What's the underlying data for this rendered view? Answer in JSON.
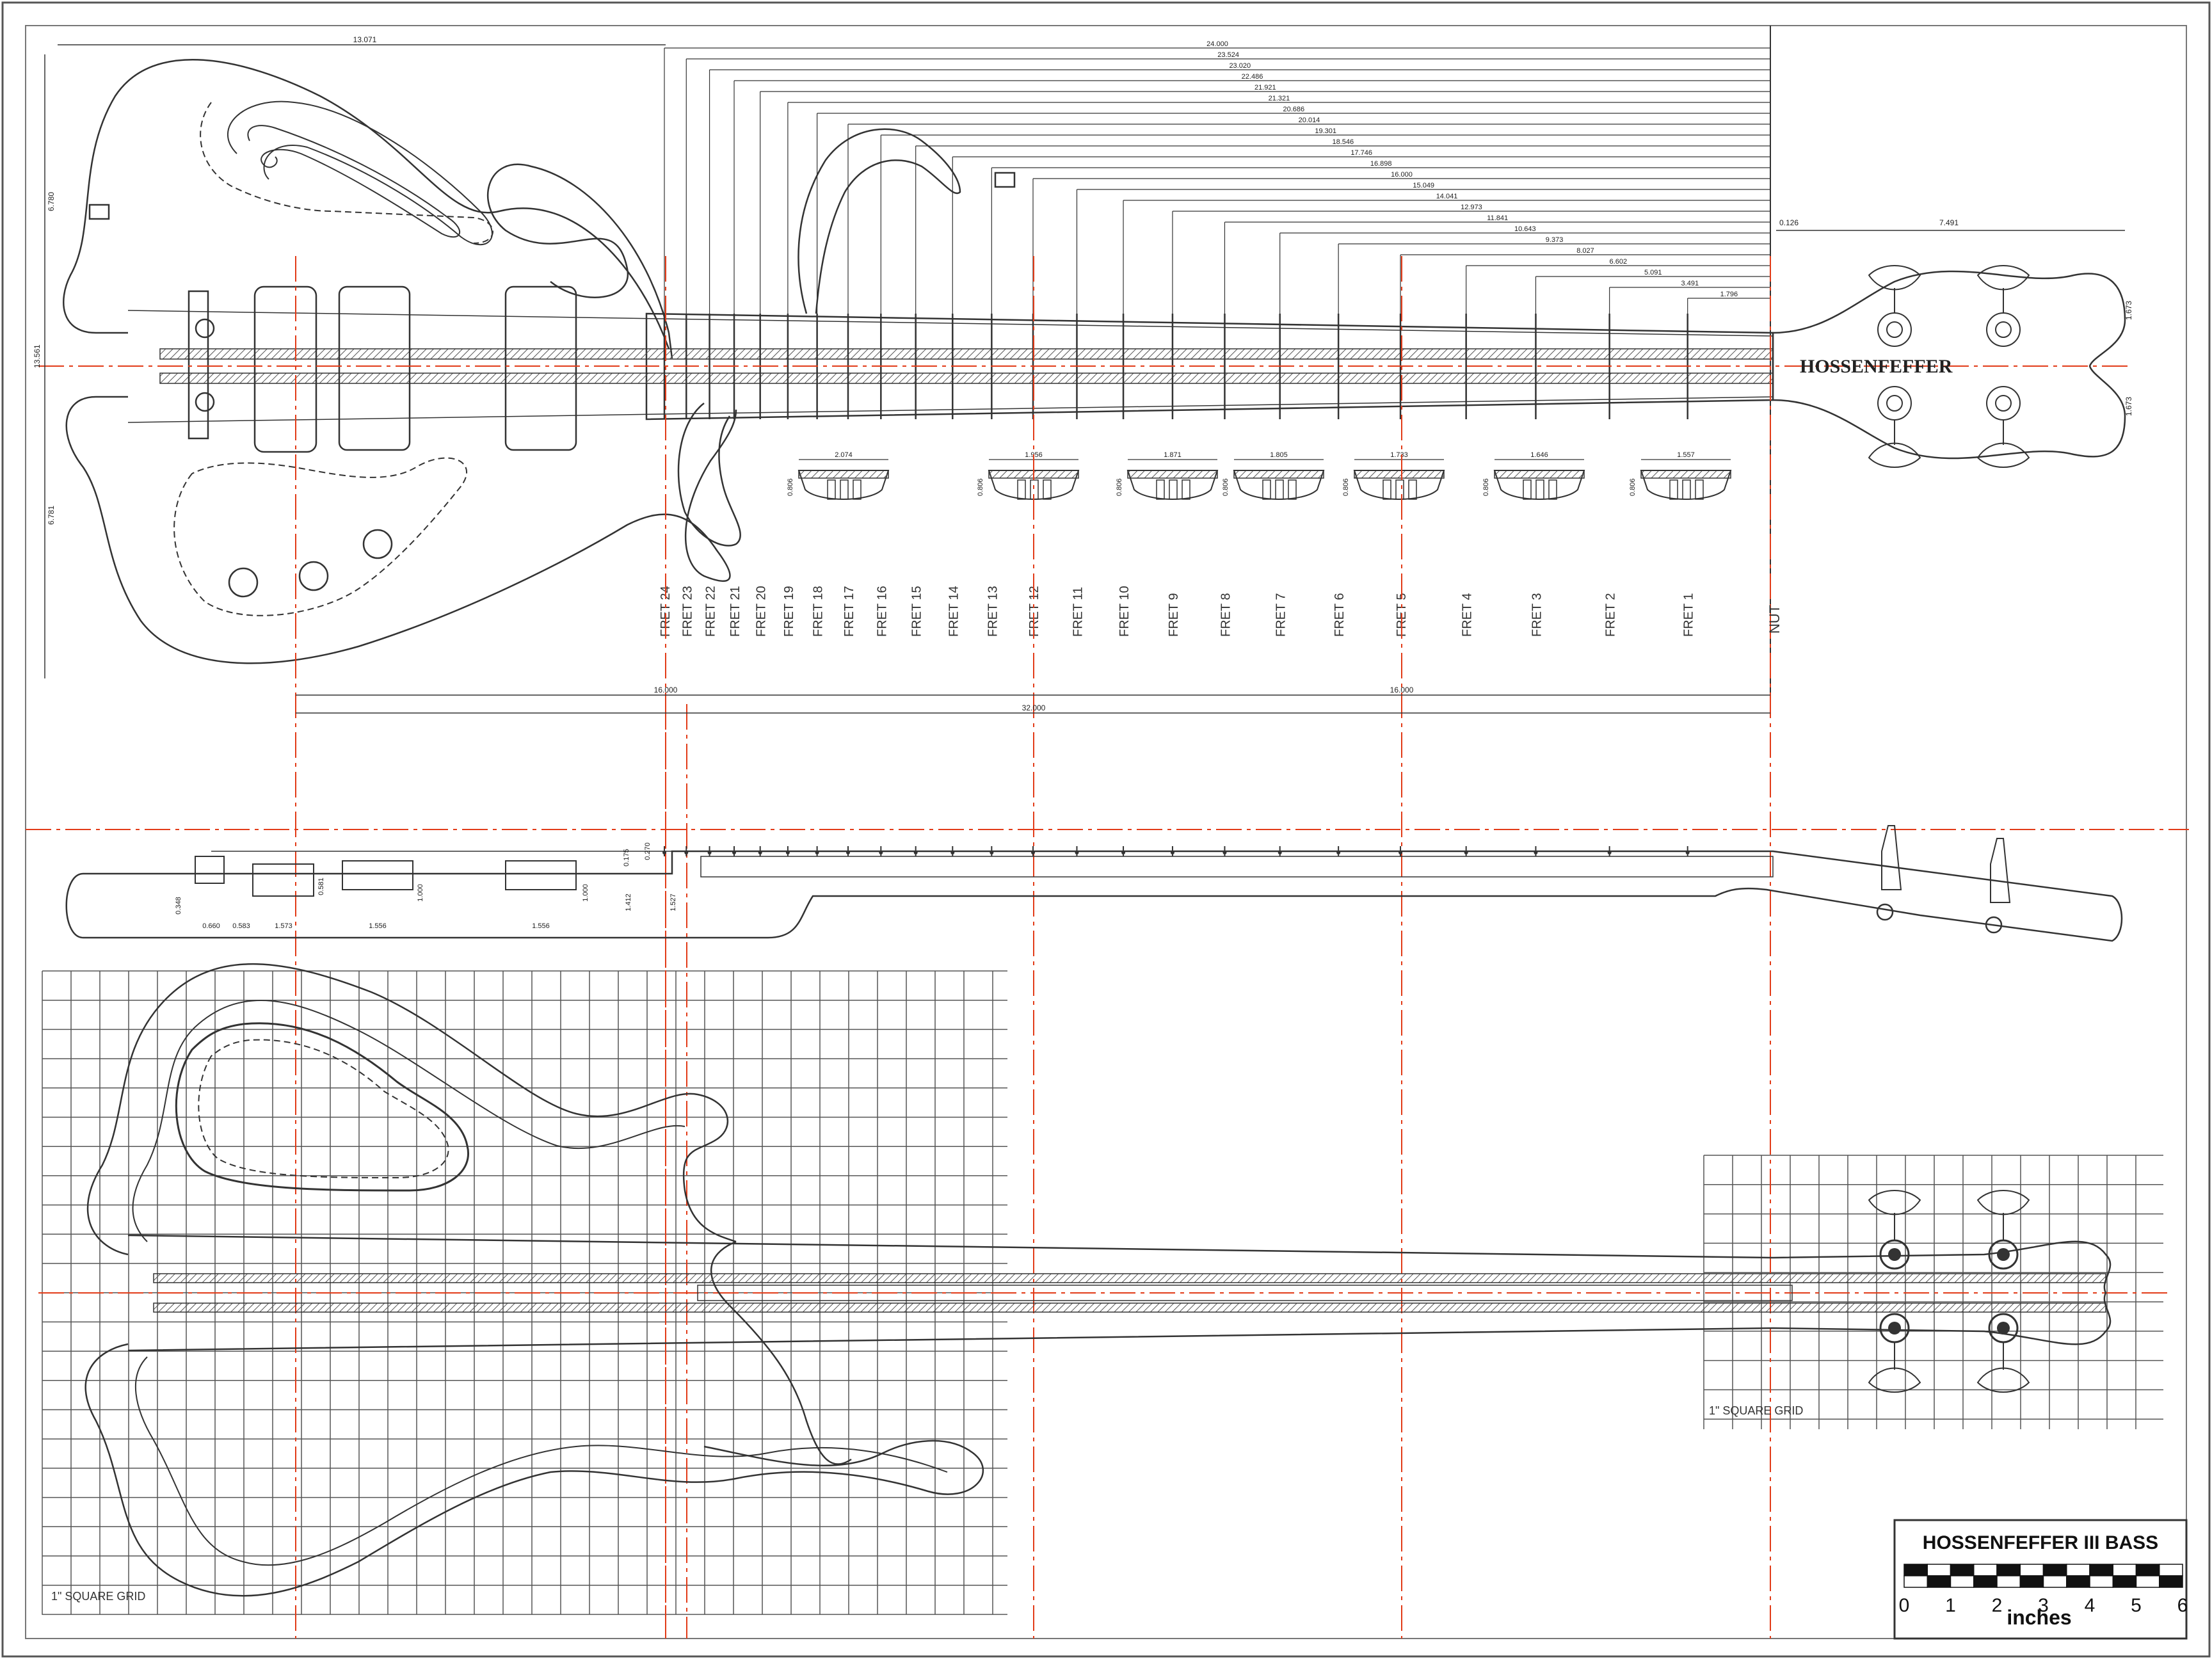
{
  "title_block": {
    "title": "HOSSENFEFFER III BASS",
    "scale_labels": [
      "0",
      "1",
      "2",
      "3",
      "4",
      "5",
      "6"
    ],
    "scale_unit": "inches"
  },
  "headstock_logo": "HOSSENFEFFER",
  "fret_dims": [
    "24.000",
    "23.524",
    "23.020",
    "22.486",
    "21.921",
    "21.321",
    "20.686",
    "20.014",
    "19.301",
    "18.546",
    "17.746",
    "16.898",
    "16.000",
    "15.049",
    "14.041",
    "12.973",
    "11.841",
    "10.643",
    "9.373",
    "8.027",
    "6.602",
    "5.091",
    "3.491",
    "1.796"
  ],
  "fret_labels": [
    "FRET 24",
    "FRET 23",
    "FRET 22",
    "FRET 21",
    "FRET 20",
    "FRET 19",
    "FRET 18",
    "FRET 17",
    "FRET 16",
    "FRET 15",
    "FRET 14",
    "FRET 13",
    "FRET 12",
    "FRET 11",
    "FRET 10",
    "FRET 9",
    "FRET 8",
    "FRET 7",
    "FRET 6",
    "FRET 5",
    "FRET 4",
    "FRET 3",
    "FRET 2",
    "FRET 1"
  ],
  "nut_label": "NUT",
  "top_dims": {
    "body_length": "13.071",
    "headstock_length": "7.491",
    "nut_offset": "0.126",
    "upper_half": "6.780",
    "lower_half": "6.781",
    "total_width": "13.561",
    "tuner_upper": "1.673",
    "tuner_lower": "1.673",
    "half_scale_left": "16.000",
    "half_scale_right": "16.000",
    "scale": "32.000"
  },
  "inlay_widths": [
    "2.074",
    "1.956",
    "1.871",
    "1.805",
    "1.733",
    "1.646",
    "1.557"
  ],
  "inlay_height": "0.806",
  "side_dims": [
    "0.348",
    "0.660",
    "0.583",
    "1.573",
    "1.556",
    "1.556",
    "1.000",
    "1.000",
    "0.581",
    "1.412",
    "1.527",
    "0.175",
    "0.270"
  ],
  "grid_labels": {
    "body": "1\" SQUARE GRID",
    "headstock": "1\" SQUARE GRID"
  }
}
